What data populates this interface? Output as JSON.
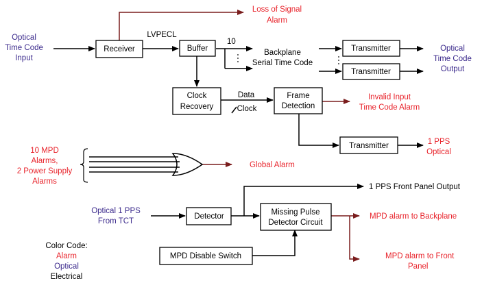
{
  "colors": {
    "alarm": "#e8232b",
    "optical": "#3b2a8c",
    "electrical": "#000000",
    "alarm_arrow": "#7a1d1d"
  },
  "blocks": {
    "receiver": "Receiver",
    "buffer": "Buffer",
    "transmitter_top": "Transmitter",
    "transmitter_mid": "Transmitter",
    "clock_recovery_1": "Clock",
    "clock_recovery_2": "Recovery",
    "frame_detection_1": "Frame",
    "frame_detection_2": "Detection",
    "transmitter_pps": "Transmitter",
    "detector": "Detector",
    "missing_pulse_1": "Missing Pulse",
    "missing_pulse_2": "Detector Circuit",
    "mpd_disable": "MPD Disable Switch"
  },
  "labels": {
    "optical_input_1": "Optical",
    "optical_input_2": "Time Code",
    "optical_input_3": "Input",
    "lvpecl": "LVPECL",
    "ten": "10",
    "backplane_1": "Backplane",
    "backplane_2": "Serial Time Code",
    "optical_output_1": "Optical",
    "optical_output_2": "Time Code",
    "optical_output_3": "Output",
    "loss_of_signal_1": "Loss of Signal",
    "loss_of_signal_2": "Alarm",
    "data": "Data",
    "clock": "Clock",
    "invalid_input_1": "Invalid Input",
    "invalid_input_2": "Time Code Alarm",
    "pps_optical_1": "1 PPS",
    "pps_optical_2": "Optical",
    "mpd_alarms_1": "10 MPD",
    "mpd_alarms_2": "Alarms,",
    "mpd_alarms_3": "2 Power Supply",
    "mpd_alarms_4": "Alarms",
    "global_alarm": "Global Alarm",
    "pps_front_panel": "1 PPS Front Panel Output",
    "optical_pps_1": "Optical 1 PPS",
    "optical_pps_2": "From TCT",
    "mpd_backplane": "MPD alarm to Backplane",
    "mpd_front_1": "MPD alarm to Front",
    "mpd_front_2": "Panel"
  },
  "legend": {
    "title": "Color Code:",
    "alarm": "Alarm",
    "optical": "Optical",
    "electrical": "Electrical"
  }
}
